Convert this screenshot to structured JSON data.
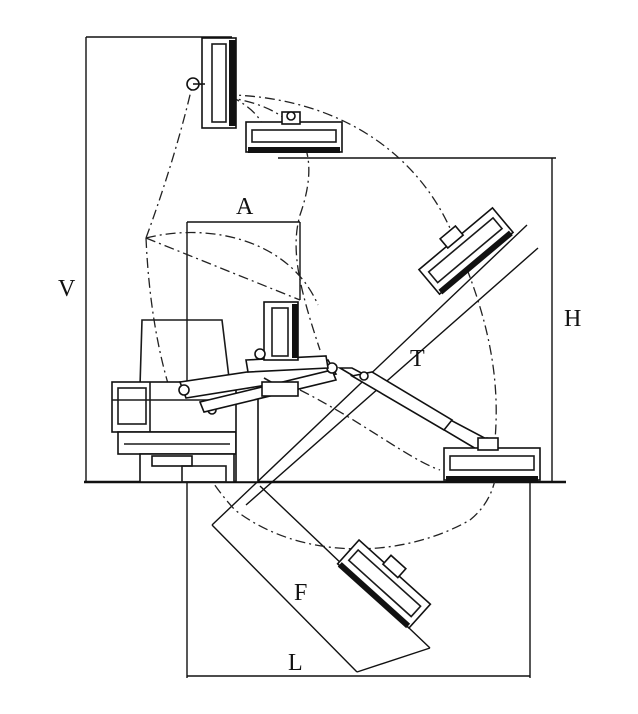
{
  "labels": {
    "A": "A",
    "V": "V",
    "H": "H",
    "T": "T",
    "F": "F",
    "L": "L"
  }
}
